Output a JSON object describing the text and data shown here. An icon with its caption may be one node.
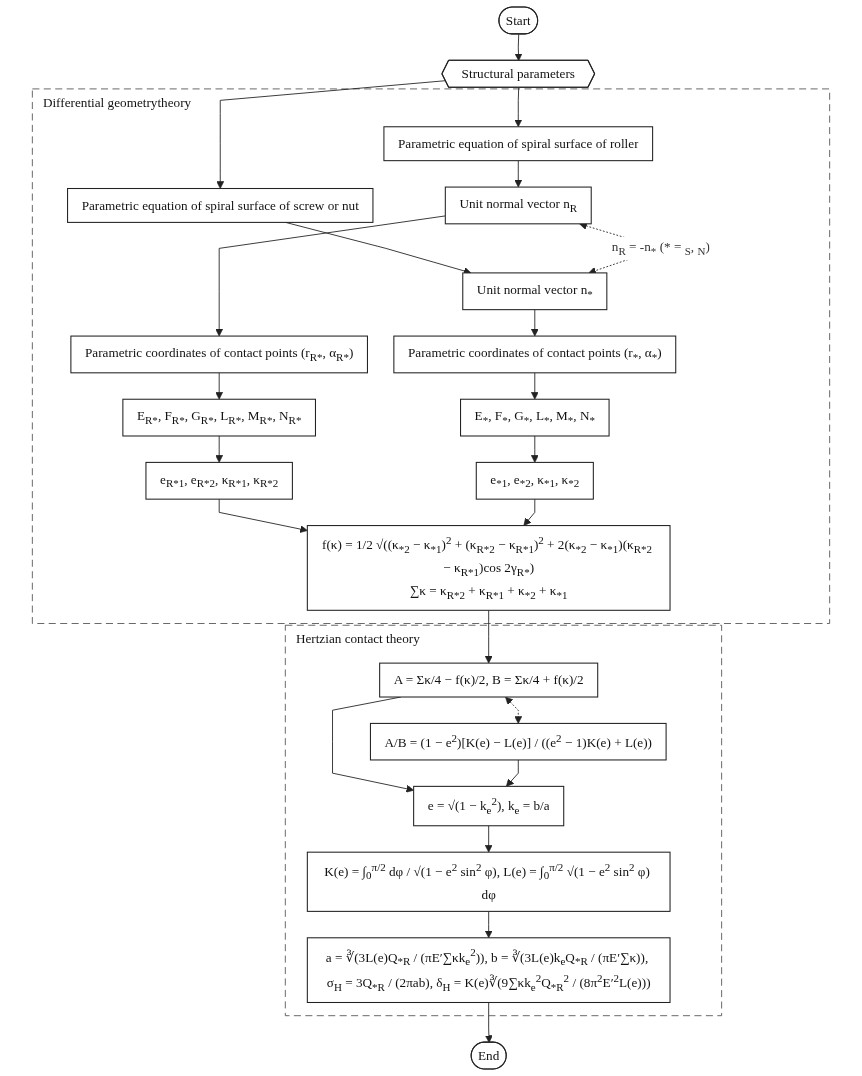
{
  "diagram": {
    "nodes": [
      {
        "text": [
          "Start"
        ]
      },
      {
        "text": [
          "Structural parameters"
        ]
      },
      {
        "text": [
          "Differential geometrytheory"
        ]
      },
      {
        "text": [
          "Parametric equation of spiral surface of roller"
        ],
        "in": 2
      },
      {
        "text": [
          "Parametric equation of spiral surface of screw or nut"
        ],
        "in": 2
      },
      {
        "text": [
          "Unit normal vector n$_{R}$"
        ],
        "in": 2
      },
      {
        "text": [
          "Unit normal vector n$_{*}$"
        ],
        "in": 2
      },
      {
        "text": [
          "Parametric coordinates of contact points (r$_{R*}$, α$_{R*}$)"
        ],
        "in": 2
      },
      {
        "text": [
          "Parametric coordinates of contact points (r$_{*}$, α$_{*}$)"
        ],
        "in": 2
      },
      {
        "text": [
          "E$_{R*}$, F$_{R*}$, G$_{R*}$, L$_{R*}$, M$_{R*}$, N$_{R*}$"
        ],
        "in": 2
      },
      {
        "text": [
          "E$_{*}$, F$_{*}$, G$_{*}$, L$_{*}$, M$_{*}$, N$_{*}$"
        ],
        "in": 2
      },
      {
        "text": [
          "e$_{R*1}$, e$_{R*2}$, κ$_{R*1}$, κ$_{R*2}$"
        ],
        "in": 2
      },
      {
        "text": [
          "e$_{*1}$, e$_{*2}$, κ$_{*1}$, κ$_{*2}$"
        ],
        "in": 2
      },
      {
        "text": [
          "f(κ) = 1/2 √((κ$_{*2}$ − κ$_{*1}$)$^{2}$ + (κ$_{R*2}$ − κ$_{R*1}$)$^{2}$ + 2(κ$_{*2}$ − κ$_{*1}$)(κ$_{R*2}$ − κ$_{R*1}$)cos 2γ$_{R*}$)",
          "∑κ = κ$_{R*2}$ + κ$_{R*1}$ + κ$_{*2}$ + κ$_{*1}$"
        ],
        "in": 2
      },
      {
        "text": [
          "Hertzian contact theory"
        ]
      },
      {
        "text": [
          "A = Σκ/4 − f(κ)/2, B = Σκ/4 + f(κ)/2"
        ],
        "in": 14
      },
      {
        "text": [
          "A/B = (1 − e$^{2}$)[K(e) − L(e)] / ((e$^{2}$ − 1)K(e) + L(e))"
        ],
        "in": 14
      },
      {
        "text": [
          "e = √(1 − k$_{e}$$^{2}$), k$_{e}$ = b/a"
        ],
        "in": 14
      },
      {
        "text": [
          "K(e) = ∫$_{0}$$^{π/2}$ dφ / √(1 − e$^{2}$ sin$^{2}$ φ), L(e) = ∫$_{0}$$^{π/2}$ √(1 − e$^{2}$ sin$^{2}$ φ) dφ"
        ],
        "in": 14
      },
      {
        "text": [
          "a = ∛(3L(e)Q$_{*R}$ / (πE′∑κk$_{e}$$^{2}$)), b = ∛(3L(e)k$_{e}$Q$_{*R}$ / (πE′∑κ)), σ$_{H}$ = 3Q$_{*R}$ / (2πab), δ$_{H}$ = K(e)∛(9∑κk$_{e}$$^{2}$Q$_{*R}$$^{2}$ / (8π$^{2}$E′$^{2}$L(e)))"
        ],
        "in": 14
      },
      {
        "text": [
          "End"
        ]
      }
    ],
    "edges": [
      {
        "from": 0,
        "to": 1,
        "arrow": "to"
      },
      {
        "from": 1,
        "to": 3,
        "arrow": "to"
      },
      {
        "from": 1,
        "to": 4,
        "arrow": "to"
      },
      {
        "from": 3,
        "to": 5,
        "arrow": "to"
      },
      {
        "from": 4,
        "to": 6,
        "arrow": "to"
      },
      {
        "from": 5,
        "to": 6,
        "arrow": "both",
        "style": "dashed",
        "label": "n$_{R}$ = -n$_{*}$ (* = $_{S}$, $_{N}$)"
      },
      {
        "from": 5,
        "to": 7,
        "arrow": "to"
      },
      {
        "from": 6,
        "to": 8,
        "arrow": "to"
      },
      {
        "from": 7,
        "to": 9,
        "arrow": "to"
      },
      {
        "from": 8,
        "to": 10,
        "arrow": "to"
      },
      {
        "from": 9,
        "to": 11,
        "arrow": "to"
      },
      {
        "from": 10,
        "to": 12,
        "arrow": "to"
      },
      {
        "from": 11,
        "to": 13,
        "arrow": "to"
      },
      {
        "from": 12,
        "to": 13,
        "arrow": "to"
      },
      {
        "from": 13,
        "to": 15,
        "arrow": "to"
      },
      {
        "from": 15,
        "to": 16,
        "arrow": "both",
        "style": "dashed"
      },
      {
        "from": 15,
        "to": 17,
        "arrow": "to"
      },
      {
        "from": 16,
        "to": 17,
        "arrow": "to"
      },
      {
        "from": 17,
        "to": 18,
        "arrow": "to"
      },
      {
        "from": 18,
        "to": 19,
        "arrow": "to"
      },
      {
        "from": 19,
        "to": 20,
        "arrow": "to"
      }
    ]
  }
}
